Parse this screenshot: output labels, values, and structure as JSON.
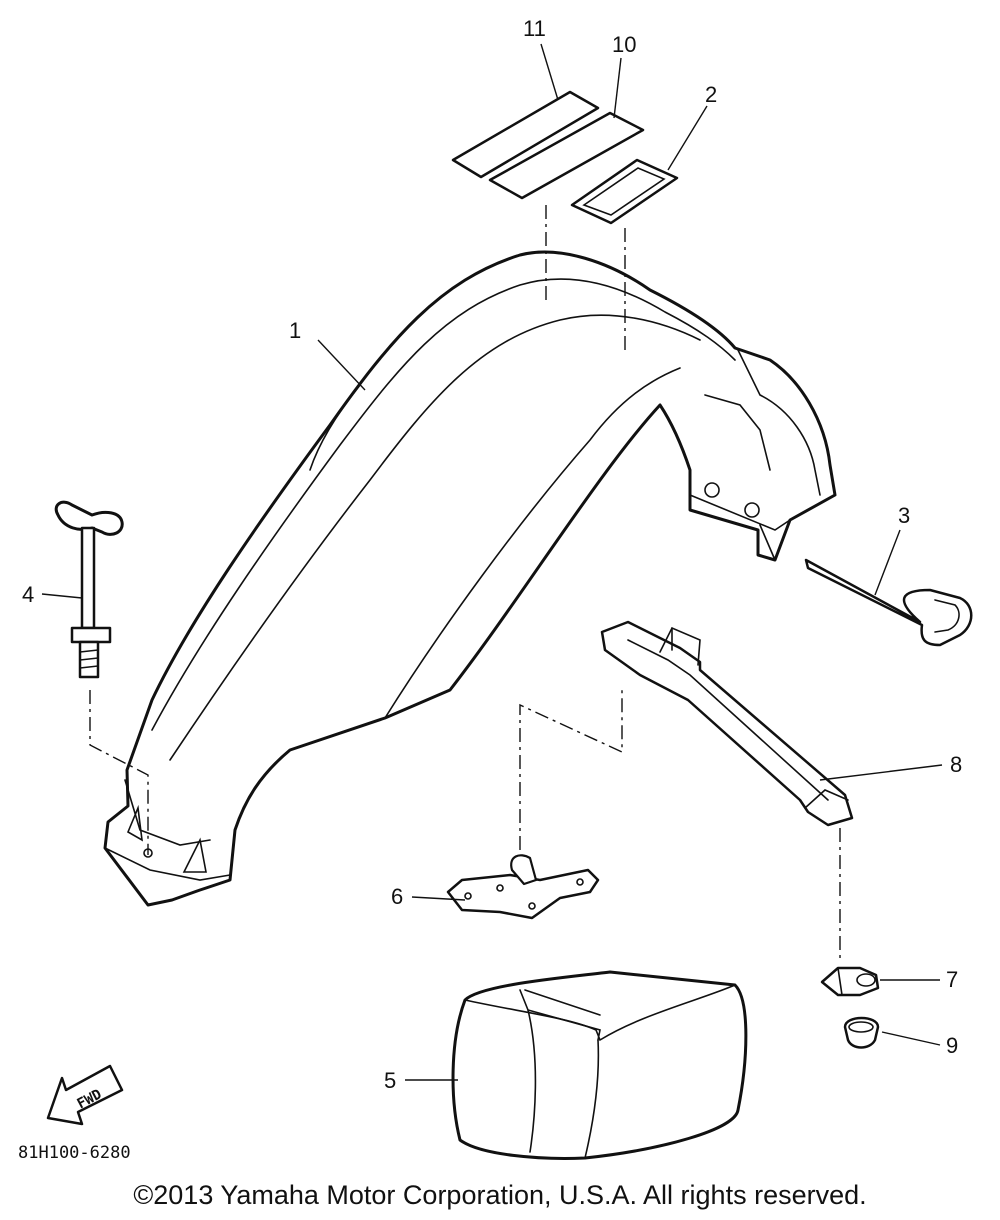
{
  "diagram": {
    "part_labels": [
      {
        "id": "label-1",
        "text": "1"
      },
      {
        "id": "label-2",
        "text": "2"
      },
      {
        "id": "label-3",
        "text": "3"
      },
      {
        "id": "label-4",
        "text": "4"
      },
      {
        "id": "label-5",
        "text": "5"
      },
      {
        "id": "label-6",
        "text": "6"
      },
      {
        "id": "label-7",
        "text": "7"
      },
      {
        "id": "label-8",
        "text": "8"
      },
      {
        "id": "label-9",
        "text": "9"
      },
      {
        "id": "label-10",
        "text": "10"
      },
      {
        "id": "label-11",
        "text": "11"
      }
    ],
    "fwd_arrow_text": "FWD",
    "drawing_code": "81H100-6280"
  },
  "footer": {
    "copyright": "©2013 Yamaha Motor Corporation, U.S.A. All rights reserved."
  }
}
